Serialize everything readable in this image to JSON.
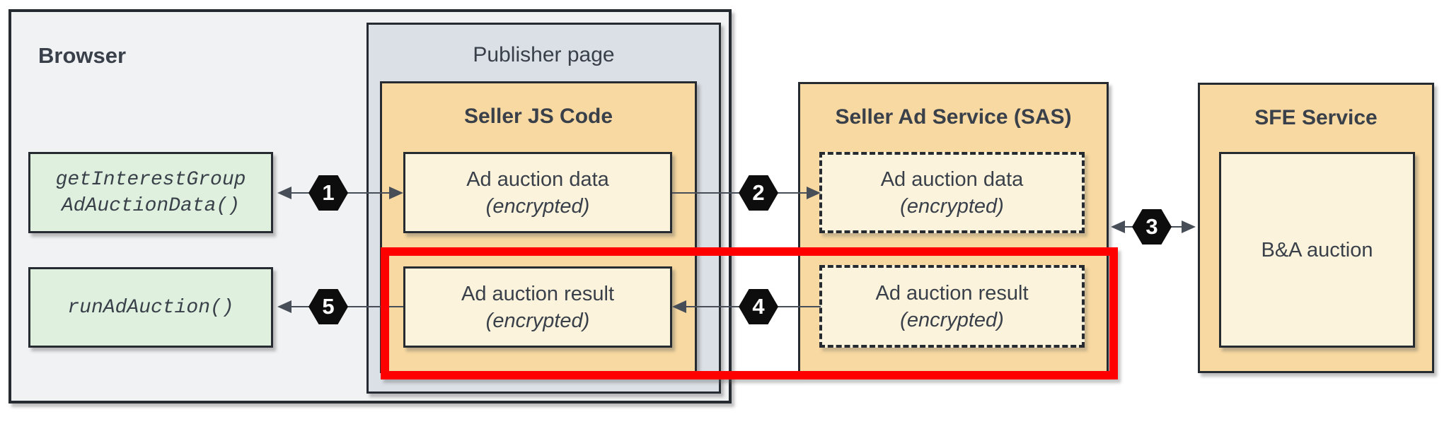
{
  "browser": {
    "label": "Browser"
  },
  "publisher": {
    "label": "Publisher page"
  },
  "seller_js": {
    "title": "Seller JS Code",
    "data_box": {
      "line1": "Ad auction data",
      "line2": "(encrypted)"
    },
    "result_box": {
      "line1": "Ad auction result",
      "line2": "(encrypted)"
    }
  },
  "sas": {
    "title": "Seller Ad Service (SAS)",
    "data_box": {
      "line1": "Ad auction data",
      "line2": "(encrypted)"
    },
    "result_box": {
      "line1": "Ad auction result",
      "line2": "(encrypted)"
    }
  },
  "sfe": {
    "title": "SFE Service",
    "auction_box": {
      "label": "B&A auction"
    }
  },
  "browser_apis": {
    "get_interest_group": {
      "line1": "getInterestGroup",
      "line2": "AdAuctionData()"
    },
    "run_ad_auction": {
      "label": "runAdAuction()"
    }
  },
  "steps": {
    "s1": "1",
    "s2": "2",
    "s3": "3",
    "s4": "4",
    "s5": "5"
  },
  "colors": {
    "red": "#fe0000",
    "orange": "#f8d9a1",
    "cream": "#fcf3dc",
    "green": "#dff1de",
    "browser_bg": "#f1f2f4",
    "publisher_bg": "#dbe0e6",
    "border": "#262b31",
    "text": "#39404a",
    "arrow": "#474e57",
    "hex_bg": "#0d0d0d",
    "hex_text": "#ffffff"
  }
}
